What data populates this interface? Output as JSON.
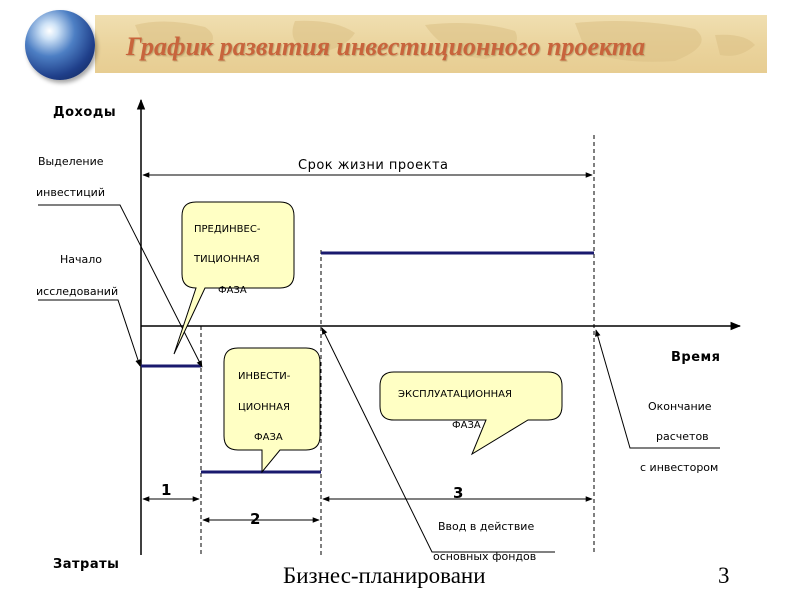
{
  "title": "График развития инвестиционного проекта",
  "axes": {
    "y_top": "Доходы",
    "y_bottom": "Затраты",
    "x": "Время"
  },
  "span": {
    "project_life": "Срок жизни проекта"
  },
  "annotations": {
    "allocation_line1": "Выделение",
    "allocation_line2": "инвестиций",
    "research_line1": "Начало",
    "research_line2": "исследований",
    "end_line1": "Окончание",
    "end_line2": "расчетов",
    "end_line3": "с инвестором",
    "commission_line1": "Ввод в действие",
    "commission_line2": "основных фондов"
  },
  "phases": {
    "preinvest_line1": "ПРЕДИНВЕС-",
    "preinvest_line2": "ТИЦИОННАЯ",
    "preinvest_line3": "ФАЗА",
    "invest_line1": "ИНВЕСТИ-",
    "invest_line2": "ЦИОННАЯ",
    "invest_line3": "ФАЗА",
    "operation_line1": "ЭКСПЛУАТАЦИОННАЯ",
    "operation_line2": "ФАЗА"
  },
  "segments": {
    "seg1": "1",
    "seg2": "2",
    "seg3": "3"
  },
  "footer": {
    "text": "Бизнес-планировани",
    "page": "3"
  },
  "colors": {
    "title": "#c8643c",
    "level_line": "#1a1a6e",
    "callout_fill": "#ffffc4"
  }
}
